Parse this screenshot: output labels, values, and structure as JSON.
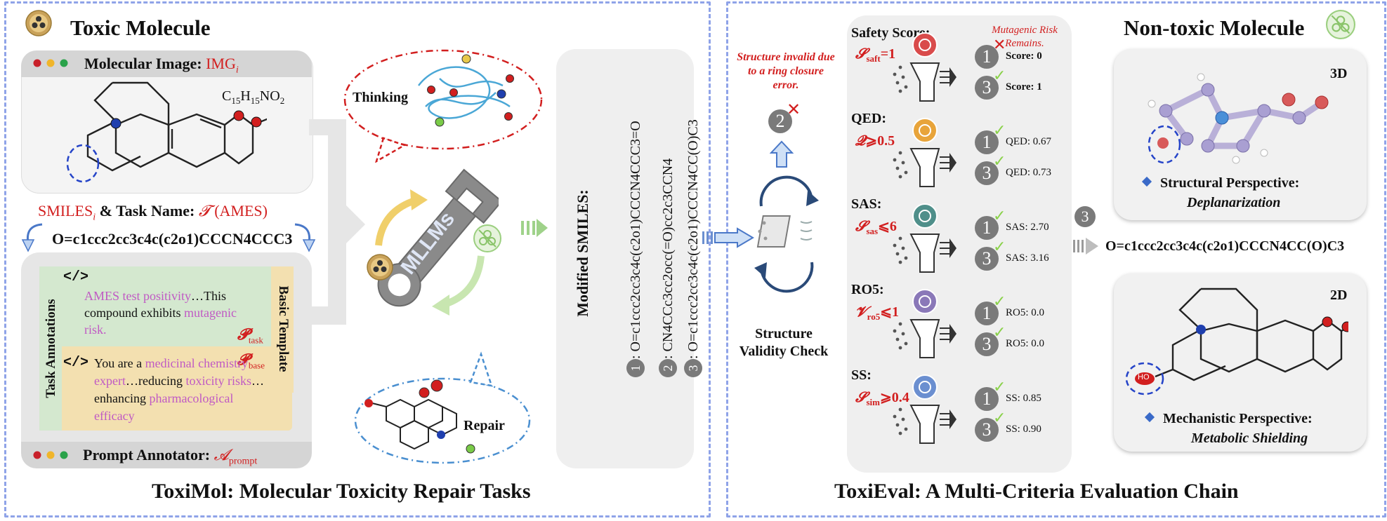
{
  "left_panel": {
    "header": "Toxic Molecule",
    "image_card": {
      "label": "Molecular Image:",
      "label_var": "IMG",
      "label_sub": "i",
      "formula_main": "C",
      "formula_parts": [
        "C",
        "15",
        "H",
        "15",
        "NO",
        "2"
      ]
    },
    "smiles_line": {
      "smiles": "SMILES",
      "smiles_sub": "i",
      "and_task": "& Task Name:",
      "task_var": "𝓣",
      "task_name": "(AMES)"
    },
    "smiles_value": "O=c1ccc2cc3c4c(c2o1)CCCN4CCC3",
    "annotations": {
      "task_annotations_label": "Task Annotations",
      "basic_template_label": "Basic Template",
      "code_icon": "</>",
      "task_text_pre": "AMES test positivity",
      "task_text_post": "…This compound exhibits",
      "task_text_pink2": "mutagenic risk.",
      "p_task": "𝓟",
      "p_task_sub": "task",
      "base_text_pre": "You are a ",
      "base_text_pink1": "medicinal chemistry expert",
      "base_text_mid": "…reducing ",
      "base_text_pink2": "toxicity risks",
      "base_text_mid2": "…enhancing ",
      "base_text_pink3": "pharmacological efficacy",
      "p_base": "𝓟",
      "p_base_sub": "base"
    },
    "prompt_annotator": {
      "label": "Prompt Annotator:",
      "var": "𝓐",
      "var_sub": "prompt"
    },
    "thinking_label": "Thinking",
    "repair_label": "Repair",
    "mllm_label": "MLLMs",
    "modified_smiles": {
      "title": "Modified SMILES:",
      "items": [
        {
          "num": "1",
          "text": ": O=c1ccc2cc3c4c(c2o1)CCCN4CCC3=O"
        },
        {
          "num": "2",
          "text": ": CN4CCc3cc2occ(=O)cc2c3CCN4"
        },
        {
          "num": "3",
          "text": ": O=c1ccc2cc3c4c(c2o1)CCCN4CC(O)C3"
        }
      ]
    },
    "footer": "ToxiMol: Molecular Toxicity Repair Tasks"
  },
  "right_panel": {
    "invalid_note": "Structure invalid due to a ring closure error.",
    "invalid_badge": "2",
    "validity_check": "Structure Validity Check",
    "mutagenic_note": "Mutagenic Risk Remains.",
    "criteria": [
      {
        "name": "Safety Score:",
        "var": "𝓢",
        "sub": "saft",
        "cond": "=1",
        "results": [
          {
            "num": "1",
            "ok": false,
            "text": "Score: 0"
          },
          {
            "num": "3",
            "ok": true,
            "text": "Score: 1"
          }
        ],
        "icon_color": "#d94b4b"
      },
      {
        "name": "QED:",
        "var": "𝓠",
        "sub": "",
        "cond": "⩾0.5",
        "results": [
          {
            "num": "1",
            "ok": true,
            "text": "QED: 0.67"
          },
          {
            "num": "3",
            "ok": true,
            "text": "QED: 0.73"
          }
        ],
        "icon_color": "#e8a43a"
      },
      {
        "name": "SAS:",
        "var": "𝓢",
        "sub": "sas",
        "cond": "⩽6",
        "results": [
          {
            "num": "1",
            "ok": true,
            "text": "SAS: 2.70"
          },
          {
            "num": "3",
            "ok": true,
            "text": "SAS: 3.16"
          }
        ],
        "icon_color": "#4f8f8a"
      },
      {
        "name": "RO5:",
        "var": "𝓥",
        "sub": "ro5",
        "cond": "⩽1",
        "results": [
          {
            "num": "1",
            "ok": true,
            "text": "RO5: 0.0"
          },
          {
            "num": "3",
            "ok": true,
            "text": "RO5: 0.0"
          }
        ],
        "icon_color": "#8a78b8"
      },
      {
        "name": "SS:",
        "var": "𝓢",
        "sub": "sim",
        "cond": "⩾0.4",
        "results": [
          {
            "num": "1",
            "ok": true,
            "text": "SS: 0.85"
          },
          {
            "num": "3",
            "ok": true,
            "text": "SS: 0.90"
          }
        ],
        "icon_color": "#6b8fd0"
      }
    ],
    "nontoxic_header": "Non-toxic Molecule",
    "card_3d": {
      "tag": "3D",
      "perspective": "Structural Perspective:",
      "detail": "Deplanarization"
    },
    "card_2d": {
      "tag": "2D",
      "perspective": "Mechanistic Perspective:",
      "detail": "Metabolic Shielding",
      "ho_label": "HO"
    },
    "final_badge": "3",
    "final_smiles": "O=c1ccc2cc3c4c(c2o1)CCCN4CC(O)C3",
    "footer": "ToxiEval: A Multi-Criteria Evaluation Chain"
  },
  "colors": {
    "accent_red": "#d21f1f",
    "pink": "#c05ac4",
    "border_blue": "#8fa3e8",
    "check_green": "#8ad14a",
    "panel_gray": "#ededed"
  }
}
